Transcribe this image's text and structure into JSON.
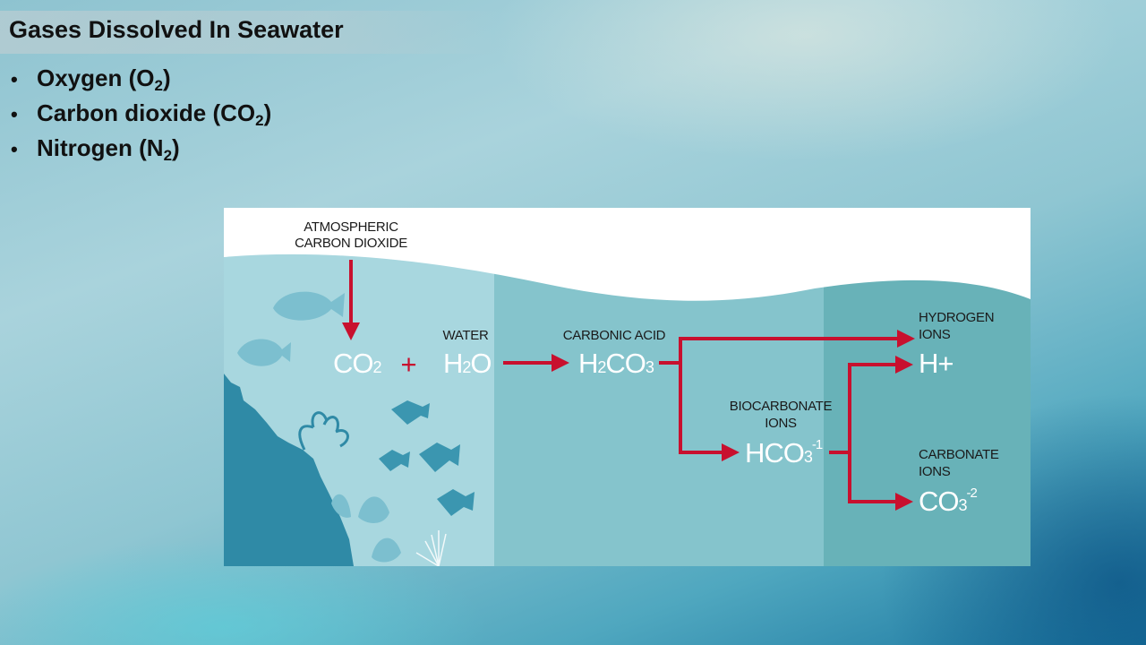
{
  "slide": {
    "title": "Gases Dissolved In Seawater",
    "bullets": [
      {
        "name": "Oxygen",
        "symbol": "O",
        "subscript": "2"
      },
      {
        "name": "Carbon dioxide",
        "symbol": "CO",
        "subscript": "2"
      },
      {
        "name": "Nitrogen",
        "symbol": "N",
        "subscript": "2"
      }
    ]
  },
  "diagram": {
    "labels": {
      "atmospheric": [
        "ATMOSPHERIC",
        "CARBON DIOXIDE"
      ],
      "water": "WATER",
      "carbonic_acid": "CARBONIC ACID",
      "hydrogen_ions": [
        "HYDROGEN",
        "IONS"
      ],
      "biocarbonate_ions": [
        "BIOCARBONATE",
        "IONS"
      ],
      "carbonate_ions": [
        "CARBONATE",
        "IONS"
      ]
    },
    "formulas": {
      "co2": {
        "base": "CO",
        "sub": "2"
      },
      "plus": "+",
      "h2o": {
        "a": "H",
        "sub": "2",
        "b": "O"
      },
      "h2co3": {
        "a": "H",
        "sub1": "2",
        "b": "CO",
        "sub2": "3"
      },
      "hplus": "H+",
      "hco3": {
        "base": "HCO",
        "sub": "3",
        "sup": "-1"
      },
      "co3": {
        "base": "CO",
        "sub": "3",
        "sup": "-2"
      }
    },
    "colors": {
      "arrow": "#c8102e",
      "zone1": "#a8d7df",
      "zone2": "#85c4cc",
      "zone3": "#68b2b8",
      "reef": "#2f8aa6",
      "fish": "#3b96b0",
      "shell": "#7cbfcf"
    }
  }
}
